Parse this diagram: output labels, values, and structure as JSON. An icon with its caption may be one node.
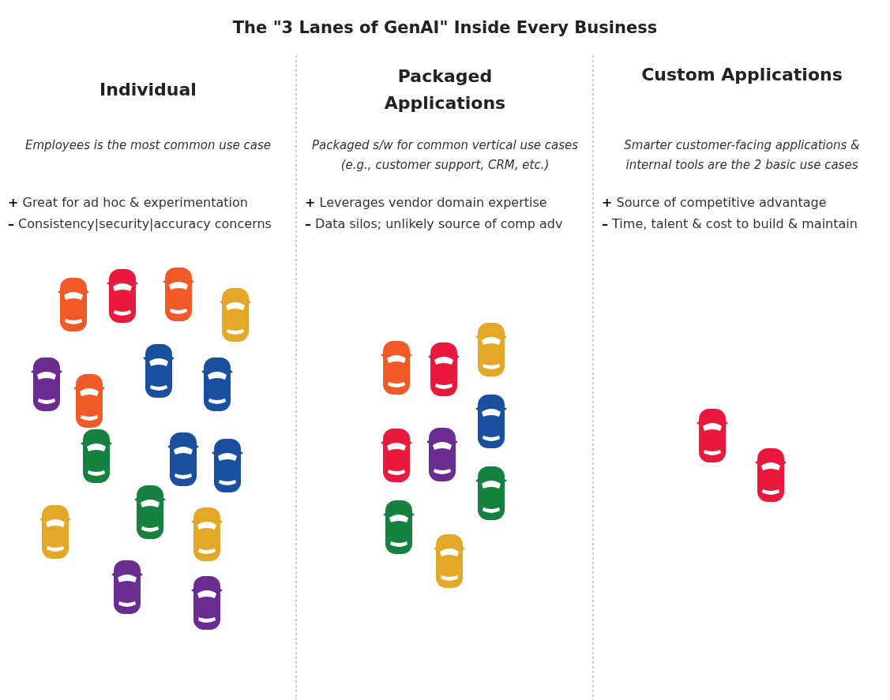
{
  "diagram": {
    "title": "The \"3 Lanes of GenAI\" Inside Every Business",
    "labels": [
      "Individual",
      "Employees is the most common use case",
      "**+** Great for ad hoc & experimentation",
      "**–** Consistency|security|accuracy concerns",
      "Packaged Applications",
      "Packaged s/w for common vertical use cases (e.g., customer support, CRM, etc.)",
      "**+** Leverages vendor domain expertise",
      "**–** Data silos; unlikely source of comp adv",
      "Custom Applications",
      "Smarter customer-facing applications & internal tools are the 2 basic use cases",
      "**+** Source of competitive advantage",
      "**–** Time, talent & cost to build & maintain"
    ]
  }
}
